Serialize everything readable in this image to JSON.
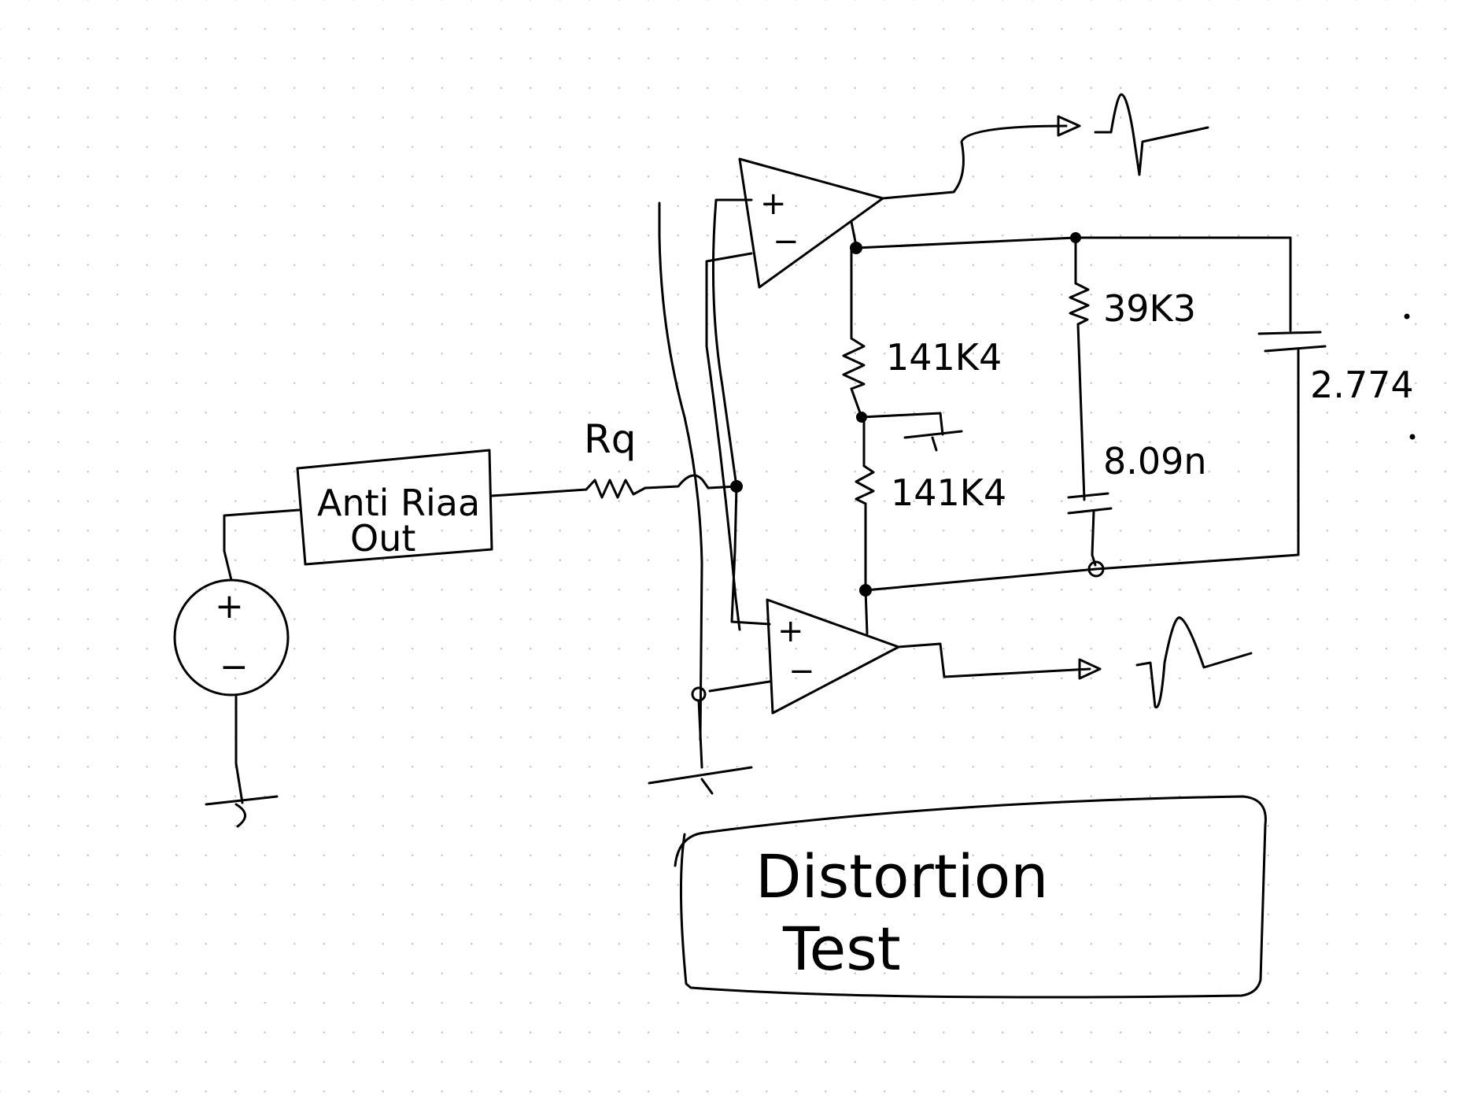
{
  "source": {
    "plus": "+",
    "minus": "−"
  },
  "antiriaa": {
    "line1": "Anti Riaa",
    "line2": "Out"
  },
  "resistor_rq": {
    "label": "Rq"
  },
  "opamp_top": {
    "plus": "+",
    "minus": "−"
  },
  "opamp_bottom": {
    "plus": "+",
    "minus": "−"
  },
  "r1": {
    "label": "141K4"
  },
  "r2": {
    "label": "141K4"
  },
  "r3": {
    "label": "39K3"
  },
  "c1": {
    "label": "8.09n"
  },
  "c2": {
    "label": "2.774"
  },
  "title": {
    "line1": "Distortion",
    "line2": "Test"
  },
  "colors": {
    "ink": "#000000",
    "paper": "#ffffff",
    "grid": "#c9c9c9"
  }
}
